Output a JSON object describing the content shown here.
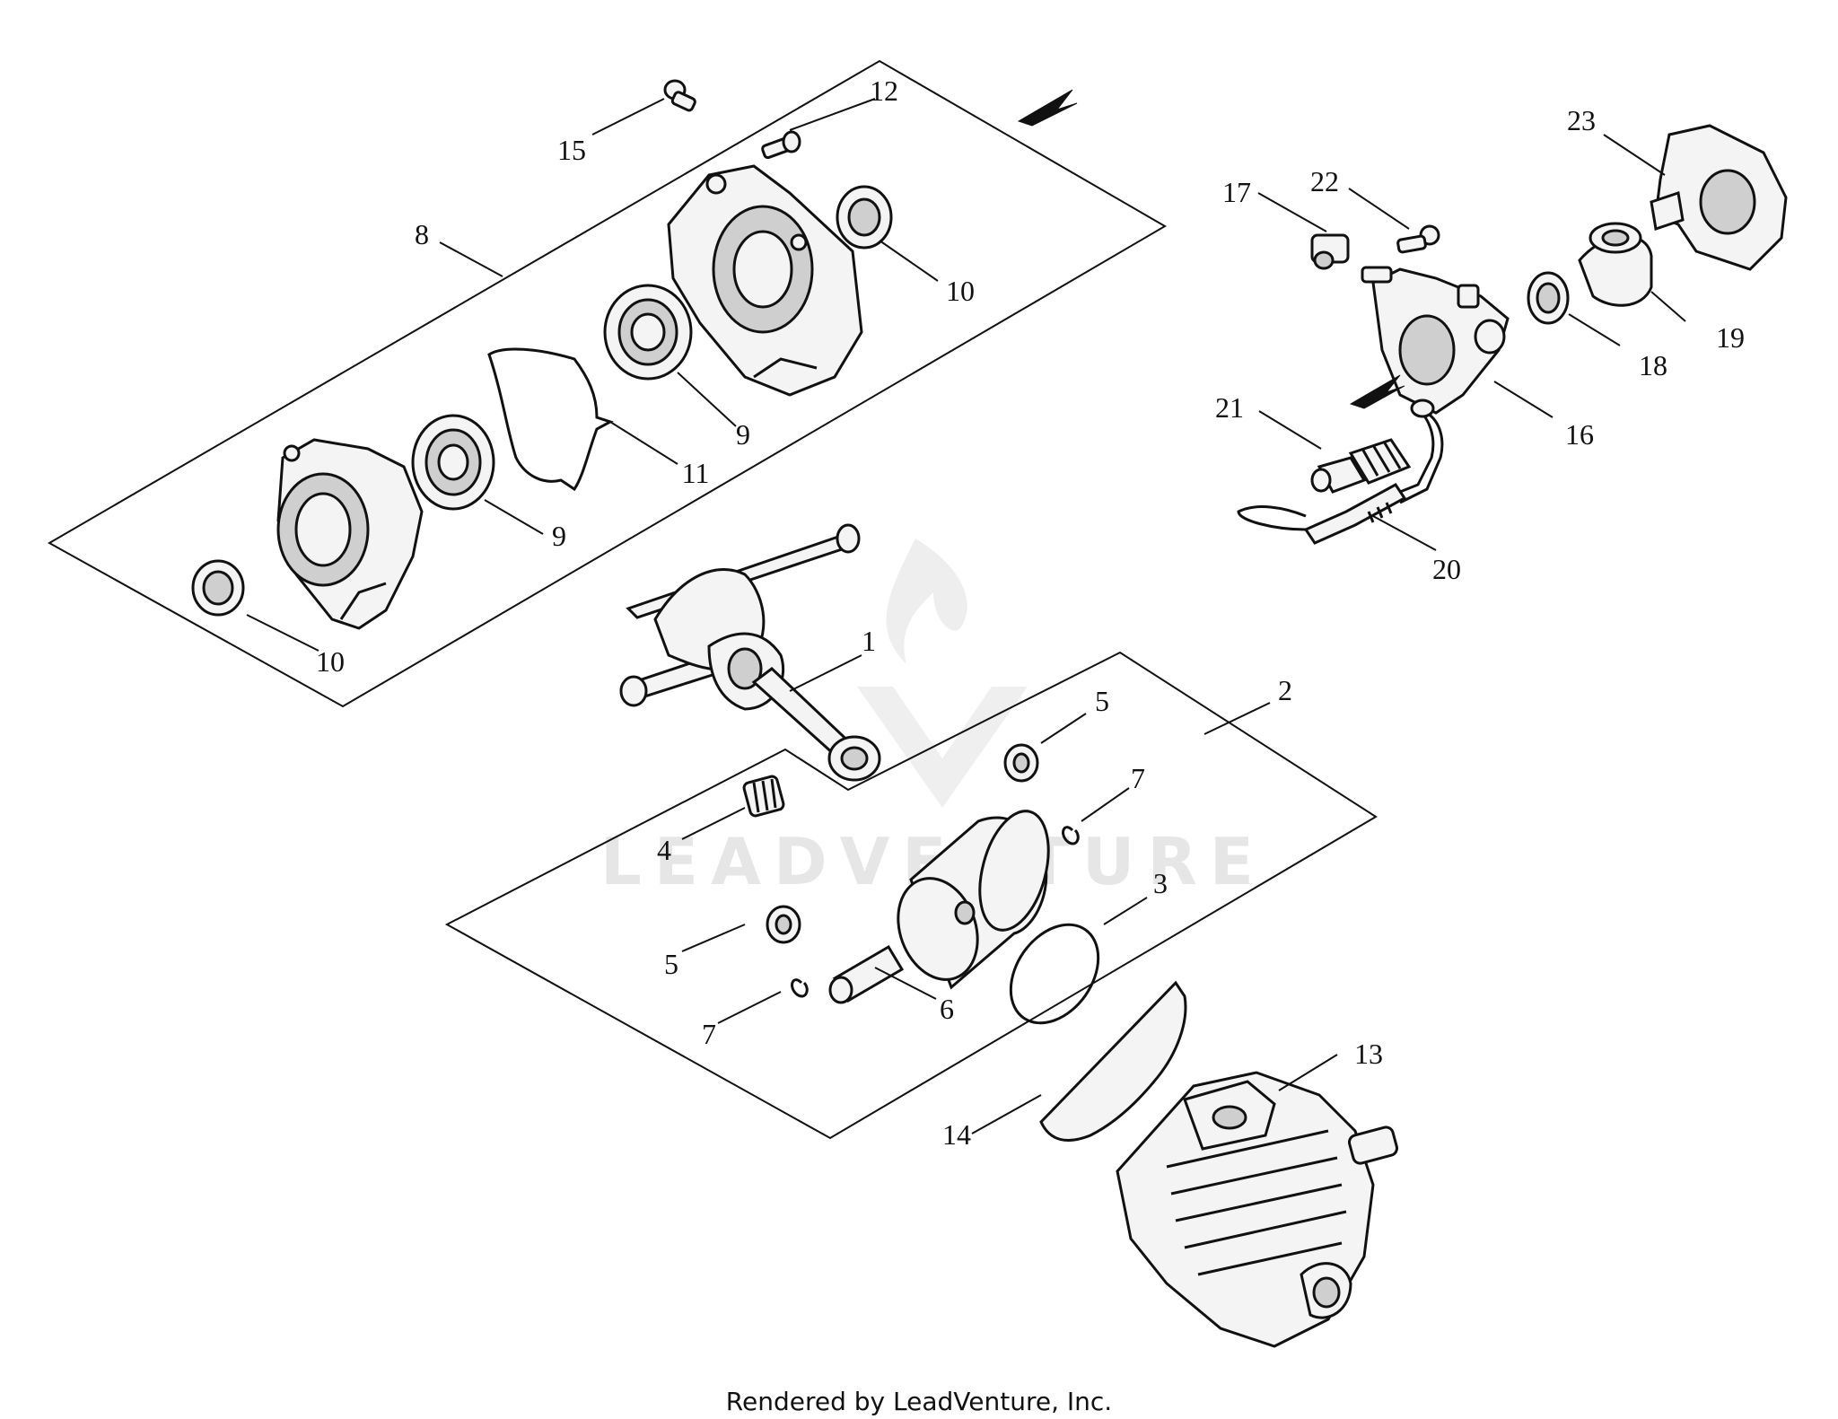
{
  "watermark": "LEADVENTURE",
  "footer": "Rendered by LeadVenture, Inc.",
  "callouts": {
    "c1": "1",
    "c2": "2",
    "c3": "3",
    "c4": "4",
    "c5a": "5",
    "c5b": "5",
    "c6": "6",
    "c7a": "7",
    "c7b": "7",
    "c8": "8",
    "c9a": "9",
    "c9b": "9",
    "c10a": "10",
    "c10b": "10",
    "c11": "11",
    "c12": "12",
    "c13": "13",
    "c14": "14",
    "c15": "15",
    "c16": "16",
    "c17": "17",
    "c18": "18",
    "c19": "19",
    "c20": "20",
    "c21": "21",
    "c22": "22",
    "c23": "23"
  }
}
